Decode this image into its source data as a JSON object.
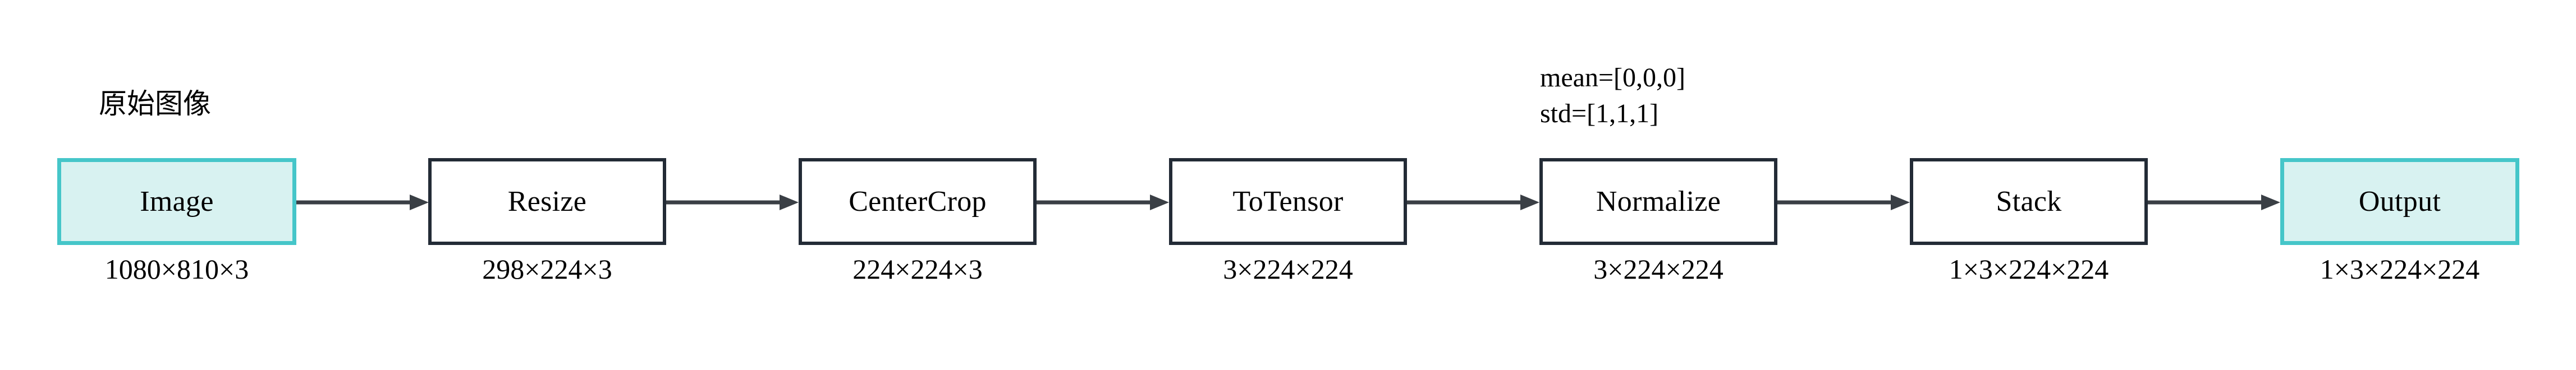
{
  "diagram": {
    "title_cjk": "原始图像",
    "colors": {
      "io_border": "#45c6c9",
      "io_fill": "#d8f2f1",
      "process_border": "#232b36",
      "process_fill": "#ffffff",
      "arrow": "#3a3f45",
      "text": "#000000",
      "background": "#ffffff"
    },
    "params": {
      "mean": "mean=[0,0,0]",
      "std": "std=[1,1,1]"
    },
    "nodes": [
      {
        "label": "Image",
        "shape": "1080×810×3",
        "kind": "io"
      },
      {
        "label": "Resize",
        "shape": "298×224×3",
        "kind": "process"
      },
      {
        "label": "CenterCrop",
        "shape": "224×224×3",
        "kind": "process"
      },
      {
        "label": "ToTensor",
        "shape": "3×224×224",
        "kind": "process"
      },
      {
        "label": "Normalize",
        "shape": "3×224×224",
        "kind": "process"
      },
      {
        "label": "Stack",
        "shape": "1×3×224×224",
        "kind": "process"
      },
      {
        "label": "Output",
        "shape": "1×3×224×224",
        "kind": "io"
      }
    ],
    "arrows": [
      {
        "from": "Image",
        "to": "Resize"
      },
      {
        "from": "Resize",
        "to": "CenterCrop"
      },
      {
        "from": "CenterCrop",
        "to": "ToTensor"
      },
      {
        "from": "ToTensor",
        "to": "Normalize"
      },
      {
        "from": "Normalize",
        "to": "Stack"
      },
      {
        "from": "Stack",
        "to": "Output"
      }
    ]
  }
}
